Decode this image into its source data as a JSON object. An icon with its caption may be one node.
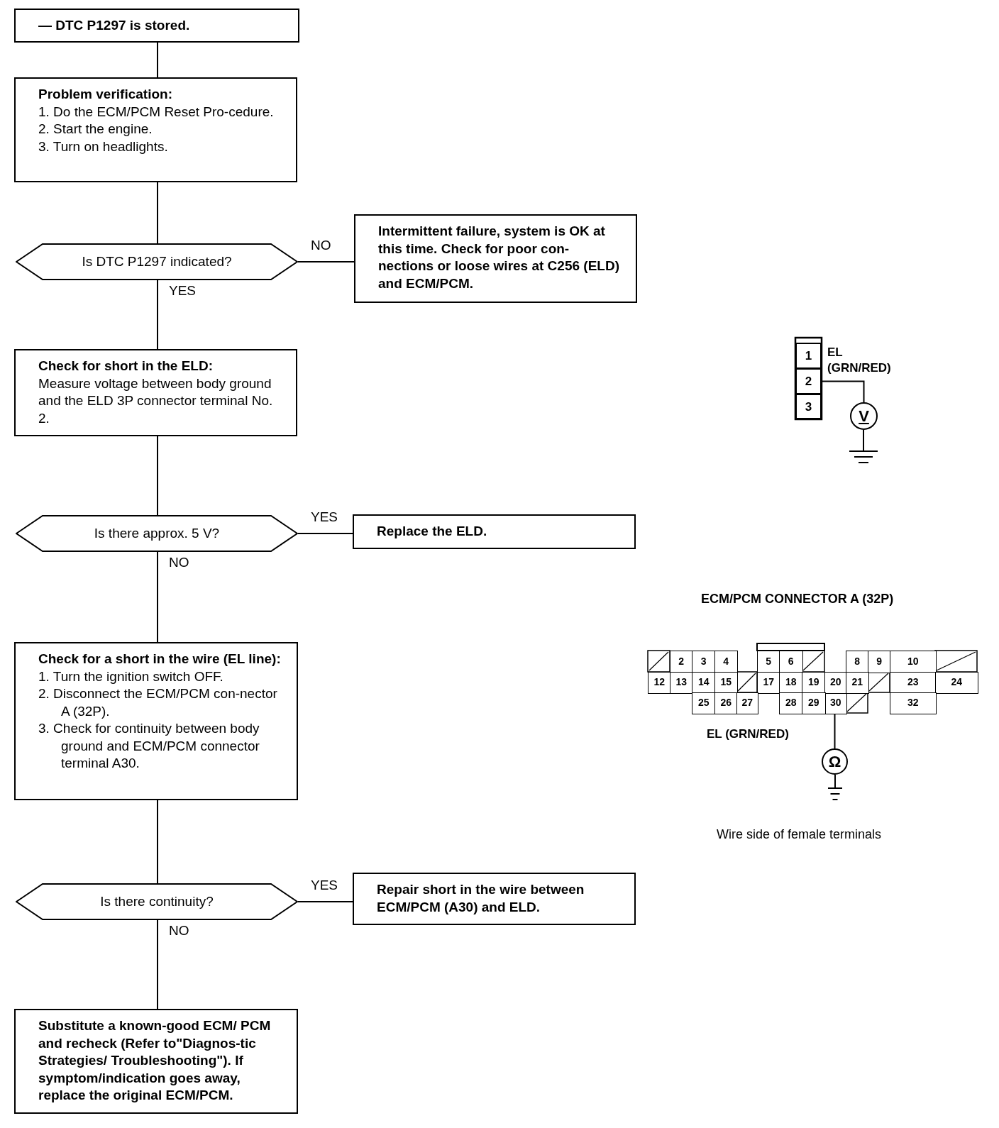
{
  "diagram": {
    "nodes": [
      {
        "text": [
          "— DTC P1297 is stored."
        ]
      },
      {
        "text": [
          "Problem verification:",
          "1. Do the ECM/PCM Reset Pro-cedure.",
          "2. Start the engine.",
          "3. Turn on headlights."
        ]
      },
      {
        "text": [
          "Is DTC P1297 indicated?"
        ]
      },
      {
        "text": [
          "Intermittent failure, system is OK at this time. Check for poor con-nections or loose wires at C256 (ELD) and ECM/PCM."
        ]
      },
      {
        "text": [
          "Check for short in the ELD:",
          "Measure voltage between body ground and the ELD 3P connector terminal No. 2."
        ]
      },
      {
        "text": [
          "Is there approx. 5 V?"
        ]
      },
      {
        "text": [
          "Replace the ELD."
        ]
      },
      {
        "text": [
          "Check for a short in the wire (EL line):",
          "1. Turn the ignition switch OFF.",
          "2. Disconnect the ECM/PCM con-nector A (32P).",
          "3. Check for continuity between body ground and ECM/PCM connector terminal A30."
        ]
      },
      {
        "text": [
          "Is there continuity?"
        ]
      },
      {
        "text": [
          "Repair short in the wire between ECM/PCM (A30) and ELD."
        ]
      },
      {
        "text": [
          "Substitute a known-good ECM/ PCM and recheck (Refer to\"Diagnos-tic Strategies/ Troubleshooting\"). If symptom/indication goes away, replace the original ECM/PCM."
        ]
      },
      {
        "text": [
          "2"
        ]
      },
      {
        "text": [
          "V"
        ]
      },
      {
        "text": [],
        "shape": "ground"
      },
      {
        "text": [
          "30"
        ]
      },
      {
        "text": [
          "Ω"
        ]
      },
      {
        "text": [],
        "shape": "ground"
      }
    ],
    "edges": [
      {
        "from": 0,
        "to": 1,
        "arrow": "none"
      },
      {
        "from": 1,
        "to": 2,
        "arrow": "none"
      },
      {
        "from": 2,
        "to": 3,
        "arrow": "none",
        "label": "NO"
      },
      {
        "from": 2,
        "to": 4,
        "arrow": "none",
        "label": "YES"
      },
      {
        "from": 4,
        "to": 5,
        "arrow": "none"
      },
      {
        "from": 5,
        "to": 6,
        "arrow": "none",
        "label": "YES"
      },
      {
        "from": 5,
        "to": 7,
        "arrow": "none",
        "label": "NO"
      },
      {
        "from": 7,
        "to": 8,
        "arrow": "none"
      },
      {
        "from": 8,
        "to": 9,
        "arrow": "none",
        "label": "YES"
      },
      {
        "from": 8,
        "to": 10,
        "arrow": "none",
        "label": "NO"
      },
      {
        "from": 11,
        "to": 12,
        "arrow": "none"
      },
      {
        "from": 12,
        "to": 13,
        "arrow": "none"
      },
      {
        "from": 14,
        "to": 15,
        "arrow": "none"
      },
      {
        "from": 15,
        "to": 16,
        "arrow": "none"
      }
    ],
    "labels": [
      "1",
      "3",
      "EL (GRN/RED)",
      "ECM/PCM CONNECTOR A (32P)",
      "2",
      "3",
      "4",
      "5",
      "6",
      "8",
      "9",
      "10",
      "12",
      "13",
      "14",
      "15",
      "17",
      "18",
      "19",
      "20",
      "21",
      "23",
      "24",
      "25",
      "26",
      "27",
      "28",
      "29",
      "32",
      "EL (GRN/RED)",
      "Wire side of female terminals"
    ]
  }
}
